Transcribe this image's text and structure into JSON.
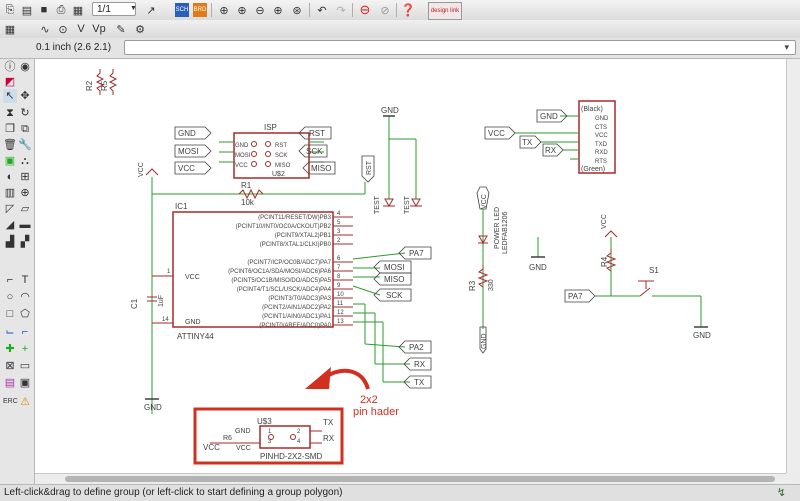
{
  "toolbar": {
    "page_value": "1/1",
    "icons": [
      "new-file-icon",
      "open-icon",
      "save-icon",
      "print-icon",
      "cam-icon",
      "page-field",
      "sheet-prev-icon",
      "sch-icon",
      "brd-icon",
      "zoom-fit-icon",
      "zoom-in-icon",
      "zoom-out-icon",
      "zoom-select-icon",
      "redraw-icon",
      "undo-icon",
      "redo-icon",
      "stop-icon",
      "go-icon",
      "help-icon",
      "designlink-icon"
    ],
    "sch_label": "SCH",
    "brd_label": "BRD",
    "designlink_label": "design link"
  },
  "coordinates": "0.1 inch (2.6 2.1)",
  "command_input": "",
  "status": "Left-click&drag to define group (or left-click to start defining a group polygon)",
  "left_tools": [
    "info",
    "eye",
    "layers",
    "select",
    "move",
    "copy",
    "mirror",
    "rotate",
    "group",
    "change",
    "paste",
    "delete",
    "add",
    "split",
    "optimize",
    "route",
    "ripup",
    "wire",
    "text",
    "circle",
    "arc",
    "rect",
    "polygon",
    "bus",
    "net",
    "junction",
    "label",
    "attribute",
    "erc",
    "errors",
    "smash",
    "miter",
    "name",
    "value"
  ],
  "schematic": {
    "labels": {
      "r2": "R2",
      "r5": "R5",
      "isp_title": "ISP",
      "isp_gnd": "GND",
      "isp_mosi": "MOSI",
      "isp_vcc": "VCC",
      "isp_pin_gnd": "GND",
      "isp_pin_mosi": "MOSI",
      "isp_pin_vcc": "VCC",
      "isp_pin_rst": "RST",
      "isp_pin_sck": "SCK",
      "isp_pin_miso": "MISO",
      "isp_rst": "RST",
      "isp_sck": "SCK",
      "isp_miso": "MISO",
      "isp_name": "U$2",
      "gnd_top": "GND",
      "rst_vert": "RST",
      "test": "TEST",
      "led_test": "TEST",
      "vcc_left": "VCC",
      "r1": "R1",
      "r1_val": "10k",
      "ic_name": "IC1",
      "ic_part": "ATTINY44",
      "ic_vcc": "VCC",
      "ic_gnd": "GND",
      "c1": "C1",
      "c1_val": "1uF",
      "pin_1": "1",
      "pin_14": "14",
      "mosi": "MOSI",
      "miso": "MISO",
      "sck": "SCK",
      "pa7": "PA7",
      "pa2": "PA2",
      "rx": "RX",
      "tx": "TX",
      "gnd_left": "GND",
      "ftdi_title": "(Black)",
      "ftdi_gnd": "GND",
      "ftdi_cts": "CTS",
      "ftdi_vcc": "VCC",
      "ftdi_txd": "TXD",
      "ftdi_rxd": "RXD",
      "ftdi_rts": "RTS",
      "ftdi_footer": "(Green)",
      "f_gnd": "GND",
      "f_vcc": "VCC",
      "f_tx": "TX",
      "f_rx": "RX",
      "pwr_vcc": "VCC",
      "pwr_led": "POWER LED",
      "pwr_led_part": "LEDFAB1206",
      "r3": "R3",
      "r3_val": "330",
      "gnd_mid": "GND",
      "gnd_mid2": "GND",
      "vcc_right": "VCC",
      "r4": "R4",
      "s1": "S1",
      "pa7_right": "PA7",
      "gnd_right": "GND",
      "u3": "U$3",
      "hdr_gnd": "GND",
      "hdr_vcc": "VCC",
      "hdr_vcc2": "VCC",
      "hdr_r6": "R6",
      "hdr_tx": "TX",
      "hdr_rx": "RX",
      "hdr_pin1": "1",
      "hdr_pin2": "2",
      "hdr_pin3": "3",
      "hdr_pin4": "4",
      "hdr_part": "PINHD-2X2-SMD",
      "annotation_line1": "2x2",
      "annotation_line2": "pin hader"
    },
    "ic_pins_right": [
      {
        "num": "4",
        "name": "(PCINT11/RESET/DW)PB3"
      },
      {
        "num": "5",
        "name": "(PCINT10/INT0/OC0A/CKOUT)PB2"
      },
      {
        "num": "3",
        "name": "(PCINT9/XTAL2)PB1"
      },
      {
        "num": "2",
        "name": "(PCINT8/XTAL1/CLKI)PB0"
      },
      {
        "num": "6",
        "name": "(PCINT7/ICP/OC0B/ADC7)PA7"
      },
      {
        "num": "7",
        "name": "(PCINT6/OC1A/SDA/MOSI/ADC6)PA6"
      },
      {
        "num": "8",
        "name": "(PCINT5/OC1B/MISO/DO/ADC5)PA5"
      },
      {
        "num": "9",
        "name": "(PCINT4/T1/SCL/USCK/ADC4)PA4"
      },
      {
        "num": "10",
        "name": "(PCINT3/T0/ADC3)PA3"
      },
      {
        "num": "11",
        "name": "(PCINT2/AIN1/ADC2)PA2"
      },
      {
        "num": "12",
        "name": "(PCINT1/AIN0/ADC1)PA1"
      },
      {
        "num": "13",
        "name": "(PCINT0/AREF/ADC0)PA0"
      }
    ],
    "colors": {
      "wire": "#2e9b2e",
      "part": "#a52a2a",
      "annotation": "#d32f1f",
      "text": "#404040",
      "label_green": "#2e9b2e"
    }
  }
}
